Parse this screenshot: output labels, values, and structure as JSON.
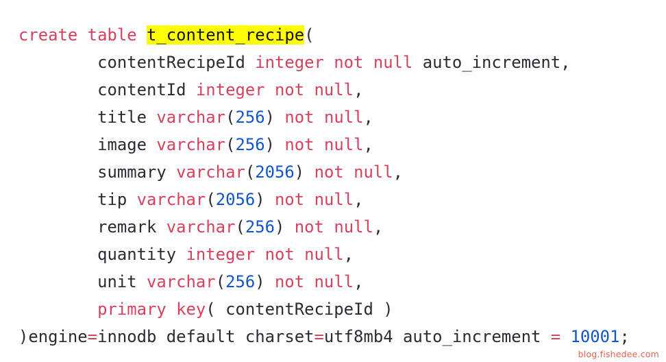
{
  "meta": {
    "background_color": "#ffffff",
    "keyword_color": "#d6425c",
    "number_color": "#1155cc",
    "text_color": "#2b2b35",
    "highlight_color": "#ffff00",
    "watermark_color": "#e8604f",
    "language": "sql"
  },
  "watermark": {
    "text": "blog.fishedee.com"
  },
  "code": {
    "full_text": "create table t_content_recipe(\n        contentRecipeId integer not null auto_increment,\n        contentId integer not null,\n        title varchar(256) not null,\n        image varchar(256) not null,\n        summary varchar(2056) not null,\n        tip varchar(2056) not null,\n        remark varchar(256) not null,\n        quantity integer not null,\n        unit varchar(256) not null,\n        primary key( contentRecipeId )\n)engine=innodb default charset=utf8mb4 auto_increment = 10001;",
    "lines": [
      {
        "indent": "",
        "tokens": [
          {
            "t": "create table ",
            "k": "kw"
          },
          {
            "t": "t_content_recipe",
            "k": "hl"
          },
          {
            "t": "(",
            "k": "punc"
          }
        ]
      },
      {
        "indent": "        ",
        "tokens": [
          {
            "t": "contentRecipeId ",
            "k": "plain"
          },
          {
            "t": "integer not null",
            "k": "kw"
          },
          {
            "t": " auto_increment,",
            "k": "plain"
          }
        ]
      },
      {
        "indent": "        ",
        "tokens": [
          {
            "t": "contentId ",
            "k": "plain"
          },
          {
            "t": "integer not null",
            "k": "kw"
          },
          {
            "t": ",",
            "k": "punc"
          }
        ]
      },
      {
        "indent": "        ",
        "tokens": [
          {
            "t": "title ",
            "k": "plain"
          },
          {
            "t": "varchar",
            "k": "kw"
          },
          {
            "t": "(",
            "k": "punc"
          },
          {
            "t": "256",
            "k": "num"
          },
          {
            "t": ") ",
            "k": "punc"
          },
          {
            "t": "not null",
            "k": "kw"
          },
          {
            "t": ",",
            "k": "punc"
          }
        ]
      },
      {
        "indent": "        ",
        "tokens": [
          {
            "t": "image ",
            "k": "plain"
          },
          {
            "t": "varchar",
            "k": "kw"
          },
          {
            "t": "(",
            "k": "punc"
          },
          {
            "t": "256",
            "k": "num"
          },
          {
            "t": ") ",
            "k": "punc"
          },
          {
            "t": "not null",
            "k": "kw"
          },
          {
            "t": ",",
            "k": "punc"
          }
        ]
      },
      {
        "indent": "        ",
        "tokens": [
          {
            "t": "summary ",
            "k": "plain"
          },
          {
            "t": "varchar",
            "k": "kw"
          },
          {
            "t": "(",
            "k": "punc"
          },
          {
            "t": "2056",
            "k": "num"
          },
          {
            "t": ") ",
            "k": "punc"
          },
          {
            "t": "not null",
            "k": "kw"
          },
          {
            "t": ",",
            "k": "punc"
          }
        ]
      },
      {
        "indent": "        ",
        "tokens": [
          {
            "t": "tip ",
            "k": "plain"
          },
          {
            "t": "varchar",
            "k": "kw"
          },
          {
            "t": "(",
            "k": "punc"
          },
          {
            "t": "2056",
            "k": "num"
          },
          {
            "t": ") ",
            "k": "punc"
          },
          {
            "t": "not null",
            "k": "kw"
          },
          {
            "t": ",",
            "k": "punc"
          }
        ]
      },
      {
        "indent": "        ",
        "tokens": [
          {
            "t": "remark ",
            "k": "plain"
          },
          {
            "t": "varchar",
            "k": "kw"
          },
          {
            "t": "(",
            "k": "punc"
          },
          {
            "t": "256",
            "k": "num"
          },
          {
            "t": ") ",
            "k": "punc"
          },
          {
            "t": "not null",
            "k": "kw"
          },
          {
            "t": ",",
            "k": "punc"
          }
        ]
      },
      {
        "indent": "        ",
        "tokens": [
          {
            "t": "quantity ",
            "k": "plain"
          },
          {
            "t": "integer not null",
            "k": "kw"
          },
          {
            "t": ",",
            "k": "punc"
          }
        ]
      },
      {
        "indent": "        ",
        "tokens": [
          {
            "t": "unit ",
            "k": "plain"
          },
          {
            "t": "varchar",
            "k": "kw"
          },
          {
            "t": "(",
            "k": "punc"
          },
          {
            "t": "256",
            "k": "num"
          },
          {
            "t": ") ",
            "k": "punc"
          },
          {
            "t": "not null",
            "k": "kw"
          },
          {
            "t": ",",
            "k": "punc"
          }
        ]
      },
      {
        "indent": "        ",
        "tokens": [
          {
            "t": "primary key",
            "k": "kw"
          },
          {
            "t": "( ",
            "k": "punc"
          },
          {
            "t": "contentRecipeId",
            "k": "plain"
          },
          {
            "t": " )",
            "k": "punc"
          }
        ]
      },
      {
        "indent": "",
        "tokens": [
          {
            "t": ")engine",
            "k": "plain"
          },
          {
            "t": "=",
            "k": "op"
          },
          {
            "t": "innodb default charset",
            "k": "plain"
          },
          {
            "t": "=",
            "k": "op"
          },
          {
            "t": "utf8mb4 auto_increment ",
            "k": "plain"
          },
          {
            "t": "=",
            "k": "op"
          },
          {
            "t": " ",
            "k": "plain"
          },
          {
            "t": "10001",
            "k": "num"
          },
          {
            "t": ";",
            "k": "punc"
          }
        ]
      }
    ]
  }
}
